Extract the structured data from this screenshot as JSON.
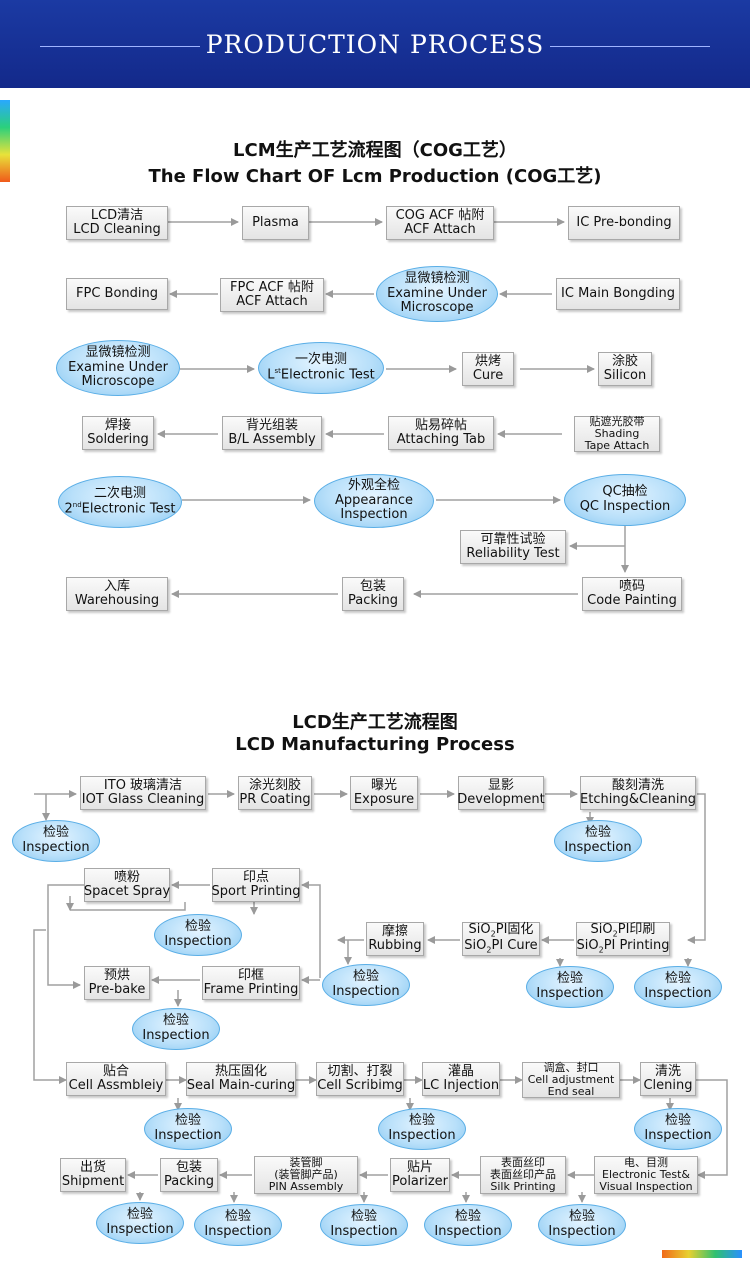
{
  "header": {
    "title": "PRODUCTION  PROCESS"
  },
  "lcm": {
    "title_cn": "LCM生产工艺流程图（COG工艺）",
    "title_en": "The Flow Chart OF Lcm Production (COG工艺)",
    "lcd_cleaning": {
      "cn": "LCD清洁",
      "en": "LCD Cleaning"
    },
    "plasma": {
      "en": "Plasma"
    },
    "cog_acf": {
      "cn": "COG ACF 帖附",
      "en": "ACF Attach"
    },
    "ic_pre": {
      "en": "IC Pre-bonding"
    },
    "fpc_bonding": {
      "en": "FPC Bonding"
    },
    "fpc_acf": {
      "cn": "FPC ACF 帖附",
      "en": "ACF Attach"
    },
    "microscope1": {
      "cn": "显微镜检测",
      "en1": "Examine Under",
      "en2": "Microscope"
    },
    "ic_main": {
      "en": "IC Main Bongding"
    },
    "microscope2": {
      "cn": "显微镜检测",
      "en1": "Examine Under",
      "en2": "Microscope"
    },
    "etest1": {
      "cn": "一次电测",
      "pre": "L",
      "sup": "st",
      "en": "Electronic Test"
    },
    "cure": {
      "cn": "烘烤",
      "en": "Cure"
    },
    "silicon": {
      "cn": "涂胶",
      "en": "Silicon"
    },
    "soldering": {
      "cn": "焊接",
      "en": "Soldering"
    },
    "bl": {
      "cn": "背光组装",
      "en": "B/L Assembly"
    },
    "tab": {
      "cn": "贴易碎帖",
      "en": "Attaching Tab"
    },
    "shading": {
      "cn": "贴遮光胶带",
      "en1": "Shading",
      "en2": "Tape Attach"
    },
    "etest2": {
      "cn": "二次电测",
      "pre": "2",
      "sup": "nd",
      "en": "Electronic Test"
    },
    "appearance": {
      "cn": "外观全检",
      "en1": "Appearance",
      "en2": "Inspection"
    },
    "qc": {
      "cn": "QC抽检",
      "en": "QC Inspection"
    },
    "reliability": {
      "cn": "可靠性试验",
      "en": "Reliability Test"
    },
    "warehousing": {
      "cn": "入库",
      "en": "Warehousing"
    },
    "packing": {
      "cn": "包装",
      "en": "Packing"
    },
    "code": {
      "cn": "喷码",
      "en": "Code Painting"
    }
  },
  "lcd": {
    "title_cn": "LCD生产工艺流程图",
    "title_en": "LCD Manufacturing Process",
    "inspection_cn": "检验",
    "inspection_en": "Inspection",
    "ito": {
      "cn": "ITO 玻璃清洁",
      "en": "IOT Glass Cleaning"
    },
    "pr": {
      "cn": "涂光刻胶",
      "en": "PR Coating"
    },
    "exposure": {
      "cn": "曝光",
      "en": "Exposure"
    },
    "development": {
      "cn": "显影",
      "en": "Development"
    },
    "etching": {
      "cn": "酸刻清洗",
      "en": "Etching&Cleaning"
    },
    "spacet": {
      "cn": "喷粉",
      "en": "Spacet Spray"
    },
    "sport": {
      "cn": "印点",
      "en": "Sport Printing"
    },
    "rubbing": {
      "cn": "摩擦",
      "en": "Rubbing"
    },
    "sio_cure": {
      "cn_a": "SiO",
      "cn_sub": "2",
      "cn_b": "PI固化",
      "en_a": "SiO",
      "en_sub": "2",
      "en_b": "PI Cure"
    },
    "sio_print": {
      "cn_a": "SiO",
      "cn_sub": "2",
      "cn_b": "PI印刷",
      "en_a": "SiO",
      "en_sub": "2",
      "en_b": "PI Printing"
    },
    "prebake": {
      "cn": "预烘",
      "en": "Pre-bake"
    },
    "frame": {
      "cn": "印框",
      "en": "Frame Printing"
    },
    "cell": {
      "cn": "贴合",
      "en": "Cell Assmbleiy"
    },
    "seal": {
      "cn": "热压固化",
      "en": "Seal Main-curing"
    },
    "scribing": {
      "cn": "切割、打裂",
      "en": "Cell Scribimg"
    },
    "lc": {
      "cn": "灌晶",
      "en": "LC Injection"
    },
    "adjust": {
      "cn": "调盒、封口",
      "en1": "Cell adjustment",
      "en2": "End seal"
    },
    "clening": {
      "cn": "清洗",
      "en": "Clening"
    },
    "shipment": {
      "cn": "出货",
      "en": "Shipment"
    },
    "packing": {
      "cn": "包装",
      "en": "Packing"
    },
    "pin": {
      "cn": "装管脚",
      "cn2": "(装管脚产品)",
      "en": "PIN Assembly"
    },
    "polarizer": {
      "cn": "贴片",
      "en": "Polarizer"
    },
    "silk": {
      "cn1": "表面丝印",
      "cn2": "表面丝印产品",
      "en": "Silk Printing"
    },
    "elec": {
      "cn": "电、目测",
      "en1": "Electronic Test&",
      "en2": "Visual Inspection"
    }
  }
}
